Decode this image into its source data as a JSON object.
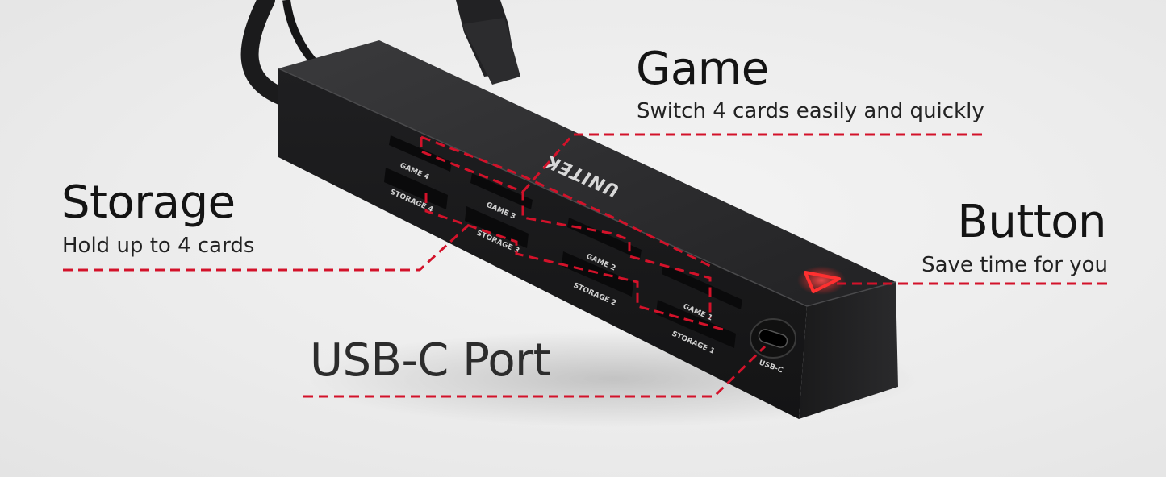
{
  "callouts": {
    "game": {
      "title": "Game",
      "subtitle": "Switch 4 cards easily and quickly"
    },
    "storage": {
      "title": "Storage",
      "subtitle": "Hold up to 4 cards"
    },
    "button": {
      "title": "Button",
      "subtitle": "Save time for you"
    },
    "usbc": {
      "title": "USB-C Port"
    }
  },
  "device": {
    "brand": "UNITEK",
    "slots": {
      "game_4": "GAME 4",
      "storage_4": "STORAGE 4",
      "game_3": "GAME 3",
      "storage_3": "STORAGE 3",
      "game_2": "GAME 2",
      "storage_2": "STORAGE 2",
      "game_1": "GAME 1",
      "storage_1": "STORAGE 1"
    },
    "port_label": "USB-C"
  },
  "colors": {
    "background": "#ebebeb",
    "device_body": "#1c1c1e",
    "accent_red": "#d3122a",
    "button_glow": "#ff3a3a",
    "text": "#141414"
  }
}
